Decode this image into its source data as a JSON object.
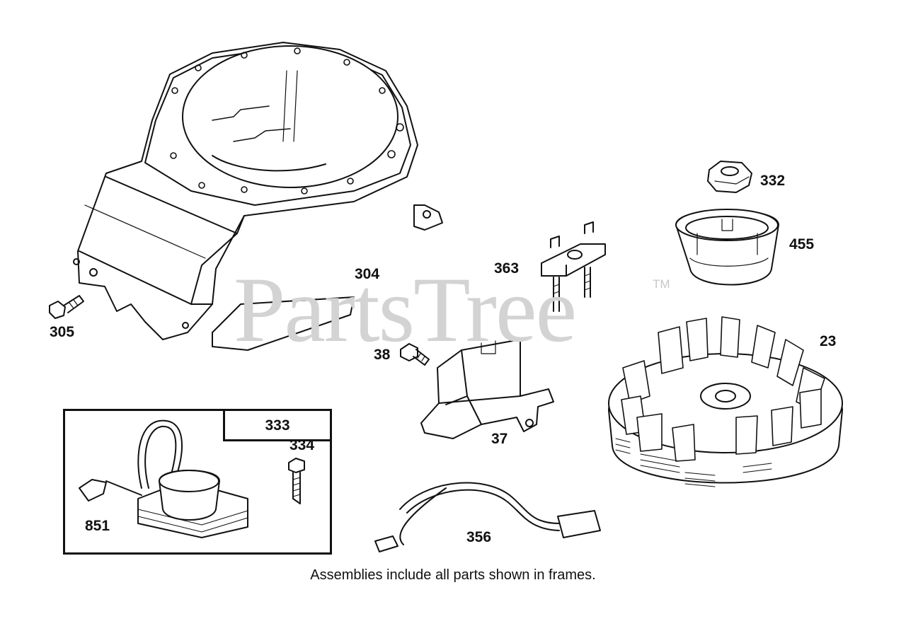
{
  "watermark": {
    "brand": "PartsTree",
    "tm": "TM"
  },
  "labels": {
    "p304": "304",
    "p305": "305",
    "p38": "38",
    "p363": "363",
    "p332": "332",
    "p455": "455",
    "p23": "23",
    "p37": "37",
    "p334": "334",
    "p333": "333",
    "p851": "851",
    "p356": "356"
  },
  "caption": "Assemblies include all parts shown in frames."
}
